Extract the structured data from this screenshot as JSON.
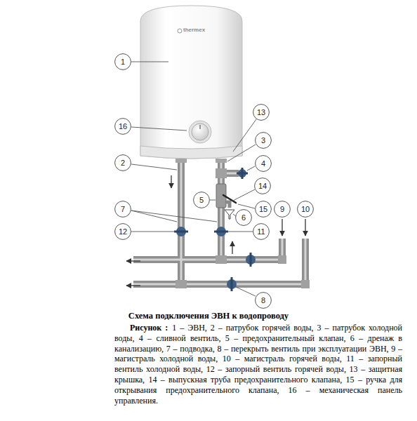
{
  "diagram": {
    "title": "Схема подключения ЭВН к водопроводу",
    "caption": "1 – ЭВН, 2 – патрубок горячей воды, 3 – патрубок холодной воды, 4 – сливной вентиль, 5 – предохранительный клапан, 6 – дренаж в канализацию, 7 – подводка, 8 – перекрыть вентиль при эксплуатации ЭВН, 9 – магистраль холодной воды, 10 – магистраль горячей воды, 11 – запорный вентиль холодной воды, 12 – запорный вентиль горячей воды, 13 – защитная крышка, 14 – выпускная труба предохранительного клапана, 15 – ручка для открывания предохранительного клапана, 16 – механическая панель управления.",
    "nodes": [
      {
        "text": [
          "1"
        ]
      },
      {
        "text": [
          "13"
        ]
      },
      {
        "text": [
          "16"
        ]
      },
      {
        "text": [
          "3"
        ]
      },
      {
        "text": [
          "2"
        ]
      },
      {
        "text": [
          "4"
        ]
      },
      {
        "text": [
          "14"
        ]
      },
      {
        "text": [
          "5"
        ]
      },
      {
        "text": [
          "15"
        ]
      },
      {
        "text": [
          "7"
        ]
      },
      {
        "text": [
          "9"
        ]
      },
      {
        "text": [
          "10"
        ]
      },
      {
        "text": [
          "6"
        ]
      },
      {
        "text": [
          "12"
        ]
      },
      {
        "text": [
          "11"
        ]
      },
      {
        "text": [
          "8"
        ]
      }
    ],
    "labels": [
      "thermex",
      "Рисунок :"
    ]
  }
}
